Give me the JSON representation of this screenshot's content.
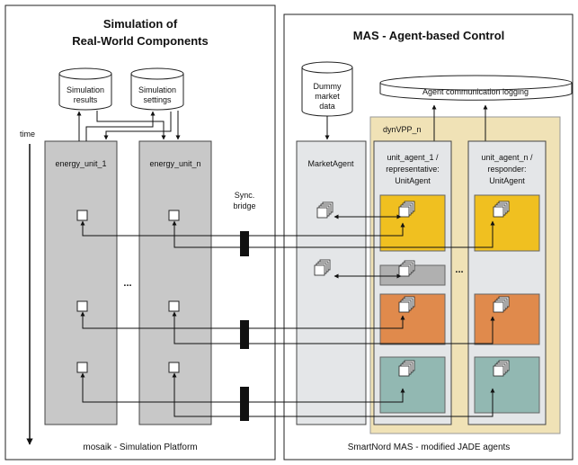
{
  "left_panel": {
    "title_line1": "Simulation of",
    "title_line2": "Real-World Components",
    "footer": "mosaik -  Simulation Platform",
    "db_results": [
      "Simulation",
      "results"
    ],
    "db_settings": [
      "Simulation",
      "settings"
    ],
    "time_label": "time",
    "unit1_label": "energy_unit_1",
    "unitn_label": "energy_unit_n",
    "ellipsis": "..."
  },
  "sync_bridge": {
    "line1": "Sync.",
    "line2": "bridge"
  },
  "right_panel": {
    "title": "MAS - Agent-based Control",
    "footer": "SmartNord MAS - modified JADE agents",
    "dummy_db": [
      "Dummy",
      "market",
      "data"
    ],
    "logging_label": "Agent communication logging",
    "market_agent_label": "MarketAgent",
    "vpp_label": "dynVPP_n",
    "unit_agent_1": [
      "unit_agent_1 /",
      "representative:",
      "UnitAgent"
    ],
    "unit_agent_n": [
      "unit_agent_n /",
      "responder:",
      "UnitAgent"
    ],
    "ellipsis": "..."
  },
  "colors": {
    "sim_column": "#c8c8c8",
    "agent_column": "#e4e6e8",
    "vpp_background": "#f0e2b6",
    "yellow_agent": "#f0c020",
    "orange_agent": "#e08a4c",
    "teal_agent": "#92b8b2",
    "gray_agent": "#b0b0b0"
  }
}
